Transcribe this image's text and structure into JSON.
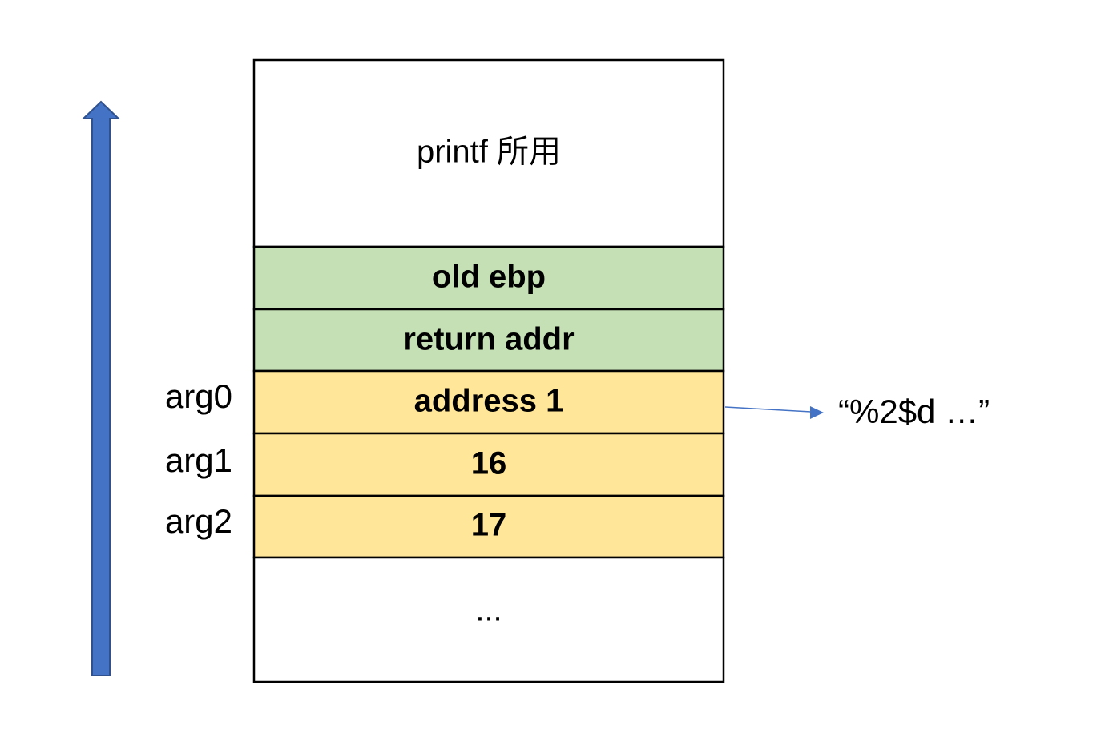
{
  "stack": {
    "cells": [
      {
        "label": "printf 所用",
        "fill": "#ffffff",
        "bold": false
      },
      {
        "label": "old ebp",
        "fill": "#c5e0b4",
        "bold": true
      },
      {
        "label": "return addr",
        "fill": "#c5e0b4",
        "bold": true
      },
      {
        "label": "address 1",
        "fill": "#ffe699",
        "bold": true
      },
      {
        "label": "16",
        "fill": "#ffe699",
        "bold": true
      },
      {
        "label": "17",
        "fill": "#ffe699",
        "bold": true
      },
      {
        "label": "...",
        "fill": "#ffffff",
        "bold": false
      }
    ]
  },
  "args": [
    {
      "label": "arg0"
    },
    {
      "label": "arg1"
    },
    {
      "label": "arg2"
    }
  ],
  "pointer": {
    "text": "“%2$d …”",
    "color": "#4472c4"
  },
  "growth_arrow": {
    "direction": "up",
    "fill": "#4472c4",
    "stroke": "#2f528f"
  }
}
